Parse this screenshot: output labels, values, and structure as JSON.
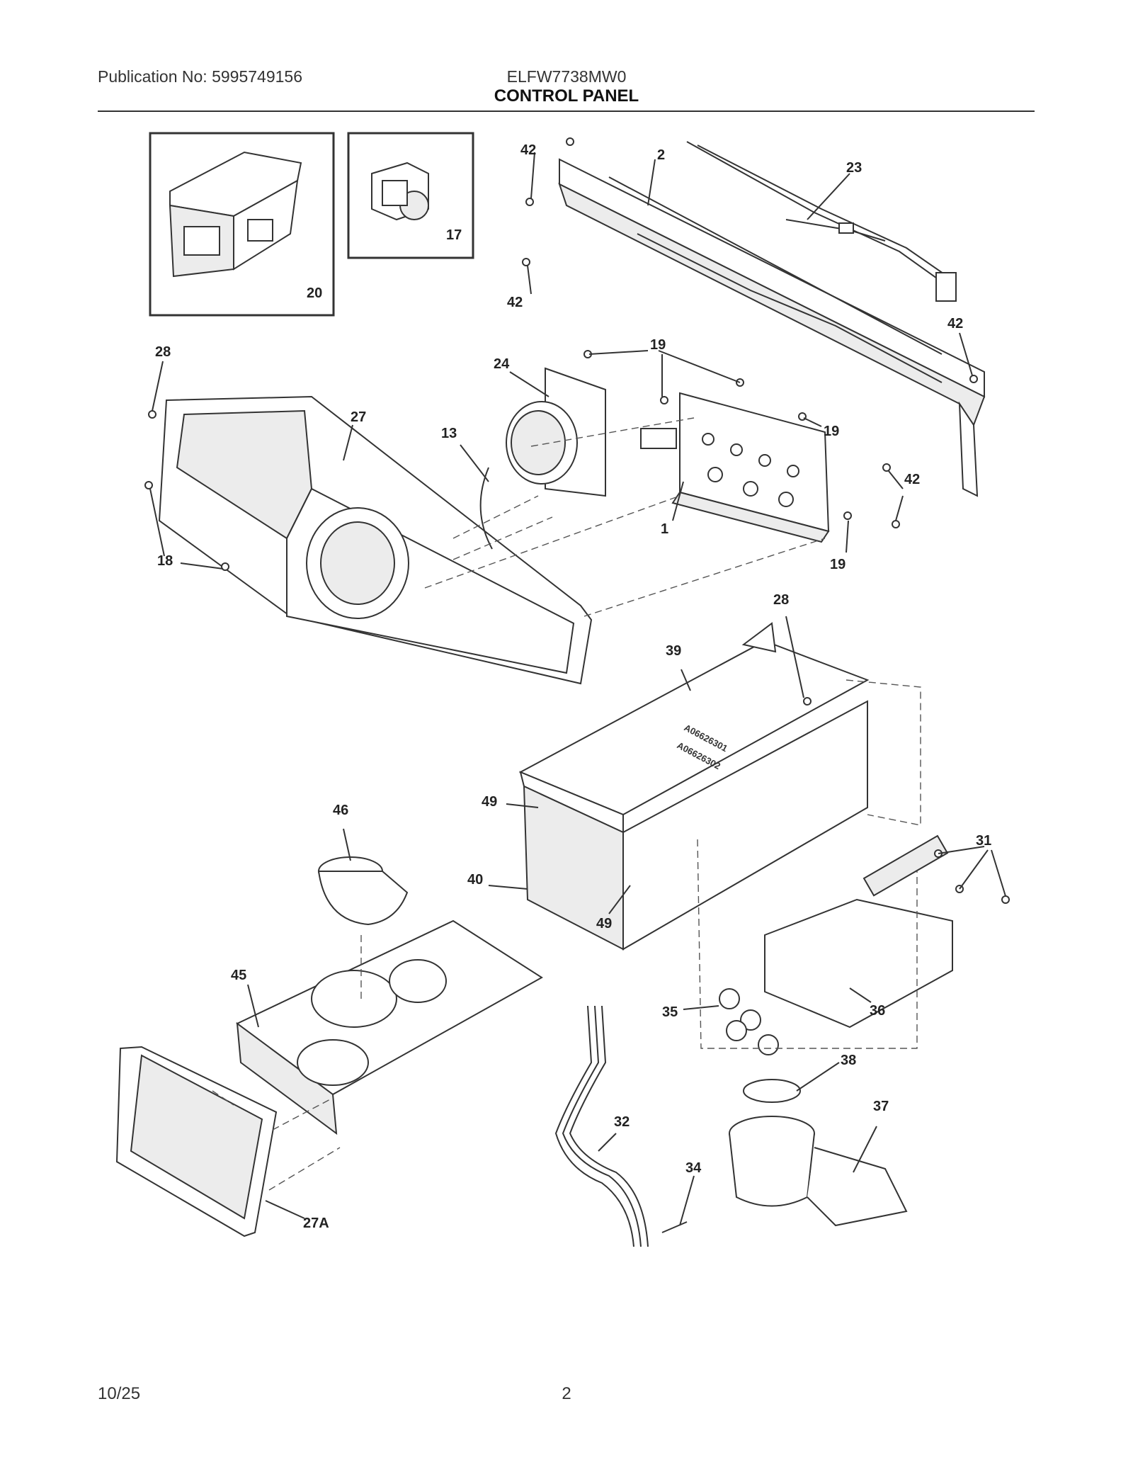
{
  "header": {
    "publication": "Publication No: 5995749156",
    "model": "ELFW7738MW0",
    "title": "CONTROL PANEL"
  },
  "footer": {
    "date": "10/25",
    "page": "2"
  },
  "diagram": {
    "stamp_codes": [
      "A06626301",
      "A06626302"
    ],
    "callouts": [
      "20",
      "17",
      "42",
      "2",
      "23",
      "42",
      "42",
      "28",
      "27",
      "19",
      "24",
      "13",
      "19",
      "1",
      "42",
      "18",
      "19",
      "28",
      "39",
      "49",
      "46",
      "40",
      "49",
      "31",
      "45",
      "35",
      "36",
      "38",
      "37",
      "32",
      "34",
      "27A"
    ]
  }
}
